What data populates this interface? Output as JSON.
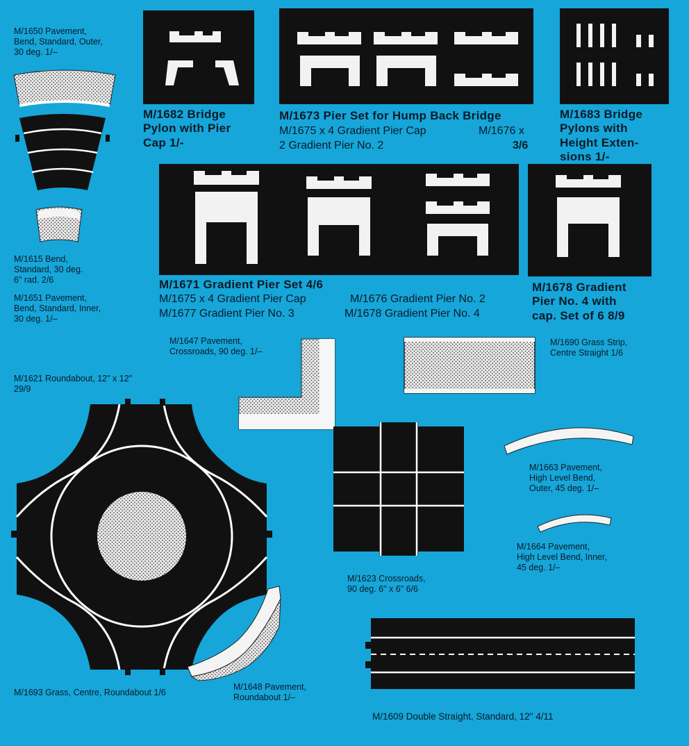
{
  "colors": {
    "background": "#16a6d9",
    "panel": "#111111",
    "part": "#f2f2f2",
    "text": "#0b1a28"
  },
  "items": {
    "m1650": "M/1650 Pavement,\nBend, Standard, Outer,\n30 deg. 1/–",
    "m1615": "M/1615 Bend,\nStandard, 30 deg.\n6\" rad. 2/6",
    "m1651": "M/1651 Pavement,\nBend, Standard, Inner,\n30 deg. 1/–",
    "m1621": "M/1621 Roundabout, 12\" x 12\"\n29/9",
    "m1693": "M/1693 Grass, Centre, Roundabout 1/6",
    "m1682": "M/1682 Bridge\nPylon with Pier\nCap 1/-",
    "m1673_title": "M/1673 Pier Set for Hump Back Bridge",
    "m1673_l2": "M/1675 x 4 Gradient Pier Cap",
    "m1673_l2b": "M/1676 x",
    "m1673_l3": "2 Gradient Pier No. 2",
    "m1673_price": "3/6",
    "m1683": "M/1683 Bridge\nPylons with\nHeight Exten-\nsions 1/-",
    "m1671_title": "M/1671 Gradient Pier Set 4/6",
    "m1671_l2a": "M/1675 x 4 Gradient Pier Cap",
    "m1671_l2b": "M/1676 Gradient Pier No. 2",
    "m1671_l3a": "M/1677 Gradient Pier No. 3",
    "m1671_l3b": "M/1678 Gradient Pier No. 4",
    "m1678": "M/1678 Gradient\nPier No. 4 with\ncap. Set of 6 8/9",
    "m1647": "M/1647 Pavement,\nCrossroads, 90 deg. 1/–",
    "m1690": "M/1690 Grass Strip,\nCentre Straight 1/6",
    "m1663": "M/1663 Pavement,\nHigh Level Bend,\nOuter, 45 deg. 1/–",
    "m1664": "M/1664 Pavement,\nHigh Level Bend, Inner,\n45 deg. 1/–",
    "m1623": "M/1623 Crossroads,\n90 deg. 6\" x 6\" 6/6",
    "m1648": "M/1648 Pavement,\nRoundabout 1/–",
    "m1609": "M/1609 Double Straight, Standard, 12\" 4/11"
  }
}
